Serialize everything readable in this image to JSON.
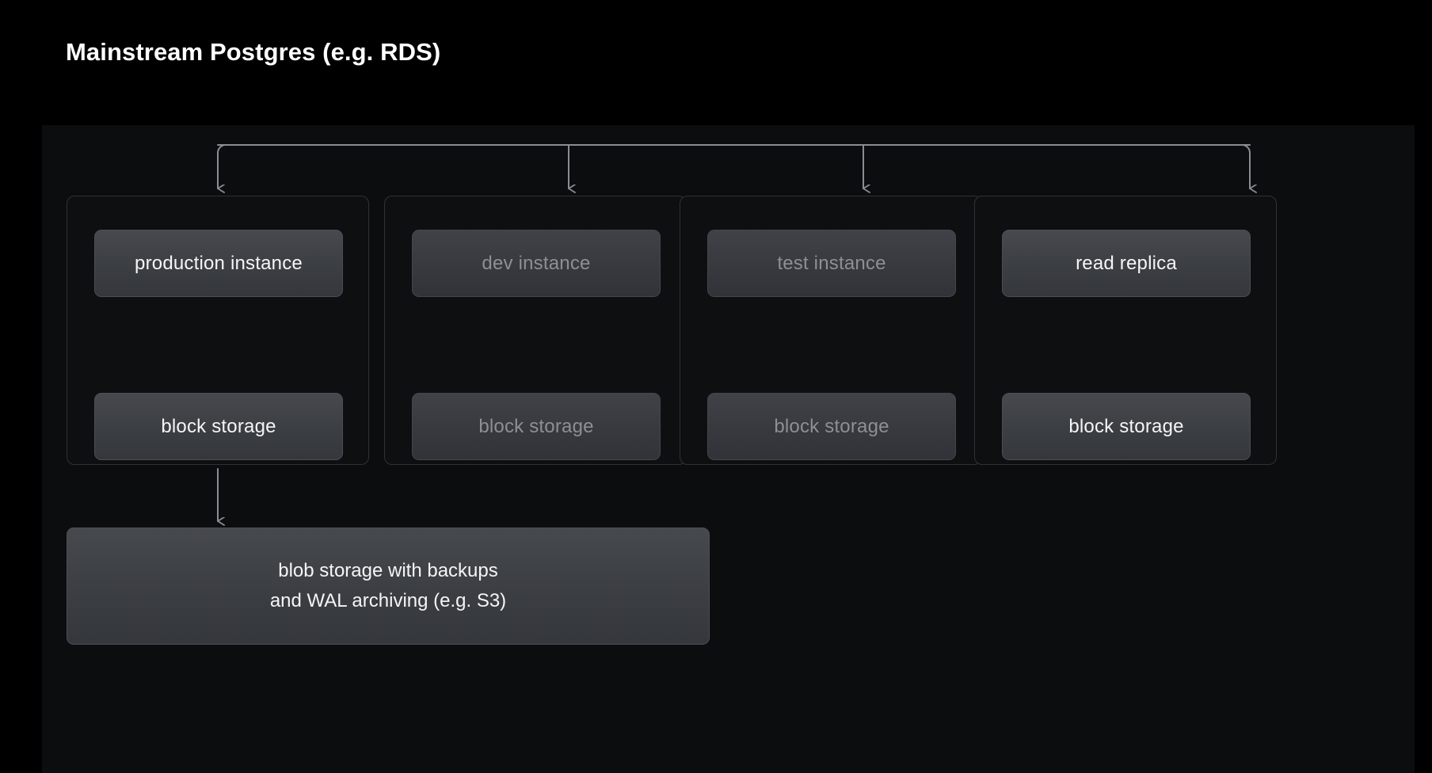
{
  "slide": {
    "title": "Mainstream Postgres (e.g. RDS)",
    "background_color": "#000000",
    "panel_color": "#0c0d0e",
    "accent_line_color": "#8a8d92",
    "text_bright_color": "#f4f5f6",
    "text_dim_color": "#8c8f94"
  },
  "diagram": {
    "type": "architecture-tree",
    "root_fanout": 4,
    "groups": [
      {
        "id": "production",
        "state": "active",
        "instance_label": "production instance",
        "storage_label": "block storage",
        "link": "bidirectional"
      },
      {
        "id": "dev",
        "state": "dimmed",
        "instance_label": "dev instance",
        "storage_label": "block storage",
        "link": "bidirectional"
      },
      {
        "id": "test",
        "state": "dimmed",
        "instance_label": "test instance",
        "storage_label": "block storage",
        "link": "bidirectional"
      },
      {
        "id": "read-replica",
        "state": "active",
        "instance_label": "read replica",
        "storage_label": "block storage",
        "link": "bidirectional"
      }
    ],
    "blob_storage": {
      "line1": "blob storage with backups",
      "line2": "and WAL archiving (e.g. S3)",
      "source_group": "production"
    }
  }
}
